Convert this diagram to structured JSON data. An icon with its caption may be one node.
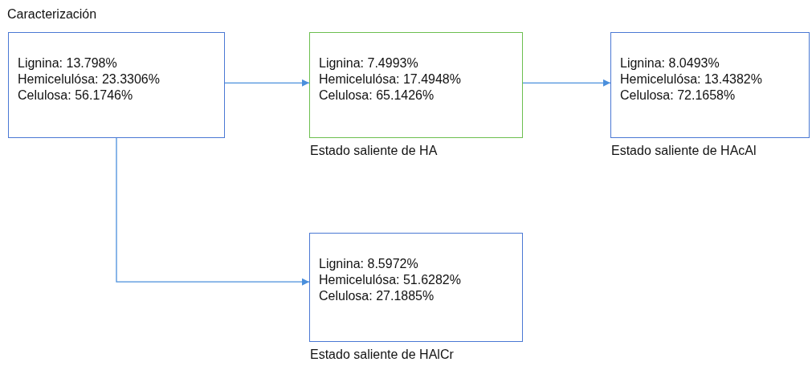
{
  "diagram": {
    "nodes": [
      {
        "text": [
          "Caracterización",
          "Lignina: 13.798%",
          "Hemicelulósa: 23.3306%",
          "Celulosa: 56.1746%"
        ]
      },
      {
        "text": [
          "Lignina: 7.4993%",
          "Hemicelulósa: 17.4948%",
          "Celulosa: 65.1426%"
        ],
        "beside": [
          "Estado saliente de HA"
        ]
      },
      {
        "text": [
          "Lignina: 8.0493%",
          "Hemicelulósa: 13.4382%",
          "Celulosa: 72.1658%"
        ],
        "beside": [
          "Estado saliente de HAcAl"
        ]
      },
      {
        "text": [
          "Lignina: 8.5972%",
          "Hemicelulósa: 51.6282%",
          "Celulosa: 27.1885%"
        ],
        "beside": [
          "Estado saliente de HAlCr"
        ]
      }
    ],
    "edges": [
      {
        "from": 0,
        "to": 1,
        "arrow": "to"
      },
      {
        "from": 1,
        "to": 2,
        "arrow": "to"
      },
      {
        "from": 0,
        "to": 3,
        "arrow": "to"
      }
    ]
  }
}
